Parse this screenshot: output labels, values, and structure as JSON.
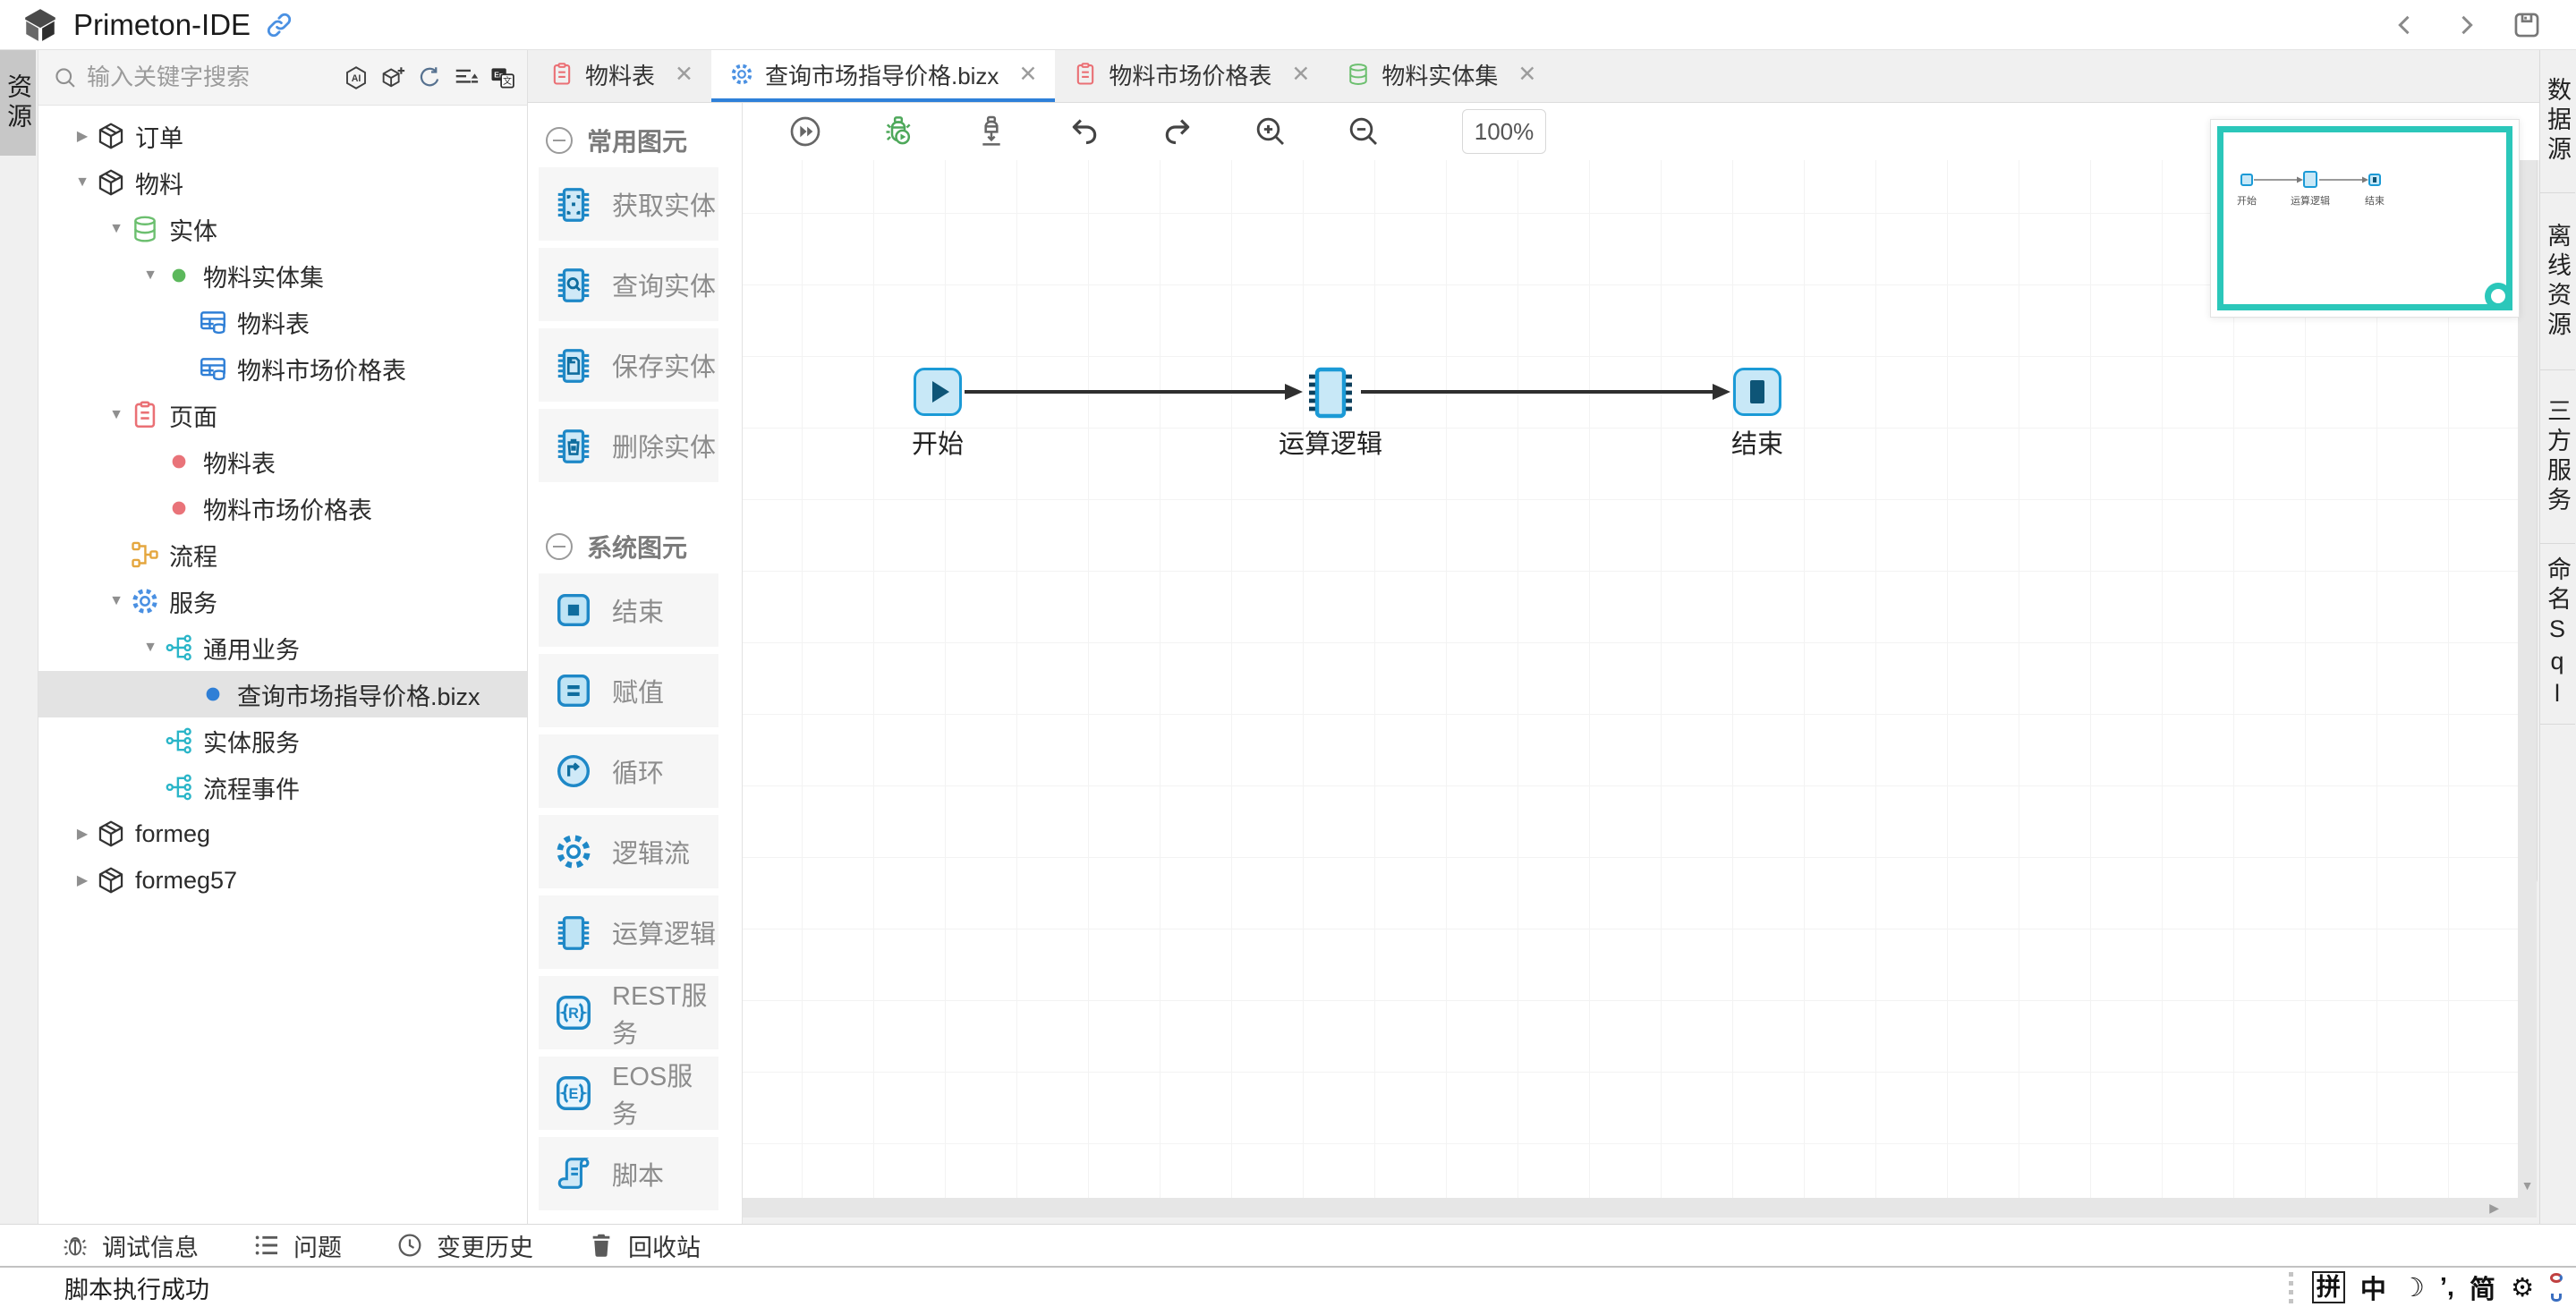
{
  "window": {
    "app_title": "Primeton-IDE"
  },
  "left_rail": {
    "active_tab": "资源"
  },
  "explorer": {
    "search_placeholder": "输入关键字搜索",
    "search_action_icons": [
      "ai-hexagon-icon",
      "new-package-icon",
      "refresh-icon",
      "sort-lines-icon",
      "translate-icon"
    ],
    "tree": [
      {
        "label": "订单",
        "level": 0,
        "arrow": "right",
        "icon": "box"
      },
      {
        "label": "物料",
        "level": 0,
        "arrow": "down",
        "icon": "box"
      },
      {
        "label": "实体",
        "level": 1,
        "arrow": "down",
        "icon": "db-green"
      },
      {
        "label": "物料实体集",
        "level": 2,
        "arrow": "down",
        "icon": "dot-green"
      },
      {
        "label": "物料表",
        "level": 3,
        "arrow": "none",
        "icon": "table-blue"
      },
      {
        "label": "物料市场价格表",
        "level": 3,
        "arrow": "none",
        "icon": "table-blue"
      },
      {
        "label": "页面",
        "level": 1,
        "arrow": "down",
        "icon": "page-red"
      },
      {
        "label": "物料表",
        "level": 2,
        "arrow": "none",
        "icon": "dot-red"
      },
      {
        "label": "物料市场价格表",
        "level": 2,
        "arrow": "none",
        "icon": "dot-red"
      },
      {
        "label": "流程",
        "level": 1,
        "arrow": "none",
        "icon": "flow-orange"
      },
      {
        "label": "服务",
        "level": 1,
        "arrow": "down",
        "icon": "gear-blue"
      },
      {
        "label": "通用业务",
        "level": 2,
        "arrow": "down",
        "icon": "branch-cyan"
      },
      {
        "label": "查询市场指导价格.bizx",
        "level": 3,
        "arrow": "none",
        "icon": "dot-blue",
        "selected": true
      },
      {
        "label": "实体服务",
        "level": 2,
        "arrow": "none",
        "icon": "branch-cyan"
      },
      {
        "label": "流程事件",
        "level": 2,
        "arrow": "none",
        "icon": "branch-cyan"
      },
      {
        "label": "formeg",
        "level": 0,
        "arrow": "right",
        "icon": "box"
      },
      {
        "label": "formeg57",
        "level": 0,
        "arrow": "right",
        "icon": "box"
      }
    ]
  },
  "editor": {
    "tabs": [
      {
        "label": "物料表",
        "icon": "page-red",
        "active": false
      },
      {
        "label": "查询市场指导价格.bizx",
        "icon": "gear-blue",
        "active": true
      },
      {
        "label": "物料市场价格表",
        "icon": "page-red",
        "active": false
      },
      {
        "label": "物料实体集",
        "icon": "db-green",
        "active": false
      }
    ],
    "palette": {
      "sections": [
        {
          "header": "常用图元",
          "items": [
            {
              "label": "获取实体",
              "icon": "chip-get"
            },
            {
              "label": "查询实体",
              "icon": "chip-search"
            },
            {
              "label": "保存实体",
              "icon": "chip-save"
            },
            {
              "label": "删除实体",
              "icon": "chip-delete"
            }
          ]
        },
        {
          "header": "系统图元",
          "items": [
            {
              "label": "结束",
              "icon": "sys-end"
            },
            {
              "label": "赋值",
              "icon": "sys-assign"
            },
            {
              "label": "循环",
              "icon": "sys-loop"
            },
            {
              "label": "逻辑流",
              "icon": "gear-palette"
            },
            {
              "label": "运算逻辑",
              "icon": "chip-plain"
            },
            {
              "label": "REST服务",
              "icon": "svc-rest"
            },
            {
              "label": "EOS服务",
              "icon": "svc-eos"
            },
            {
              "label": "脚本",
              "icon": "sys-script"
            }
          ]
        }
      ]
    },
    "toolbar": {
      "zoom_level": "100%",
      "icons": [
        "run-icon",
        "debug-run-icon",
        "deploy-icon",
        "undo-icon",
        "redo-icon",
        "zoom-in-icon",
        "zoom-out-icon"
      ]
    },
    "canvas": {
      "nodes": [
        {
          "label": "开始"
        },
        {
          "label": "运算逻辑"
        },
        {
          "label": "结束"
        }
      ]
    },
    "minimap": {
      "node_labels": [
        "开始",
        "运算逻辑",
        "结束"
      ]
    }
  },
  "right_rail": {
    "tabs": [
      "数据源",
      "离线资源",
      "三方服务",
      "命名Sql"
    ]
  },
  "bottom_bar": {
    "items": [
      {
        "label": "调试信息",
        "icon": "bug"
      },
      {
        "label": "问题",
        "icon": "list"
      },
      {
        "label": "变更历史",
        "icon": "clock"
      },
      {
        "label": "回收站",
        "icon": "trash"
      }
    ]
  },
  "status_bar": {
    "message": "脚本执行成功",
    "ime": [
      {
        "text": "拼",
        "boxed": true
      },
      {
        "text": "中"
      },
      {
        "text": "☽"
      },
      {
        "text": "’,"
      },
      {
        "text": "简"
      },
      {
        "text": "⚙"
      }
    ]
  },
  "colors": {
    "accent_blue": "#2e80d9",
    "minimap_teal": "#2bc7ba",
    "palette_blue": "#1e88c7",
    "node_fill": "#c8e8f7",
    "node_border": "#1b9ad6"
  }
}
